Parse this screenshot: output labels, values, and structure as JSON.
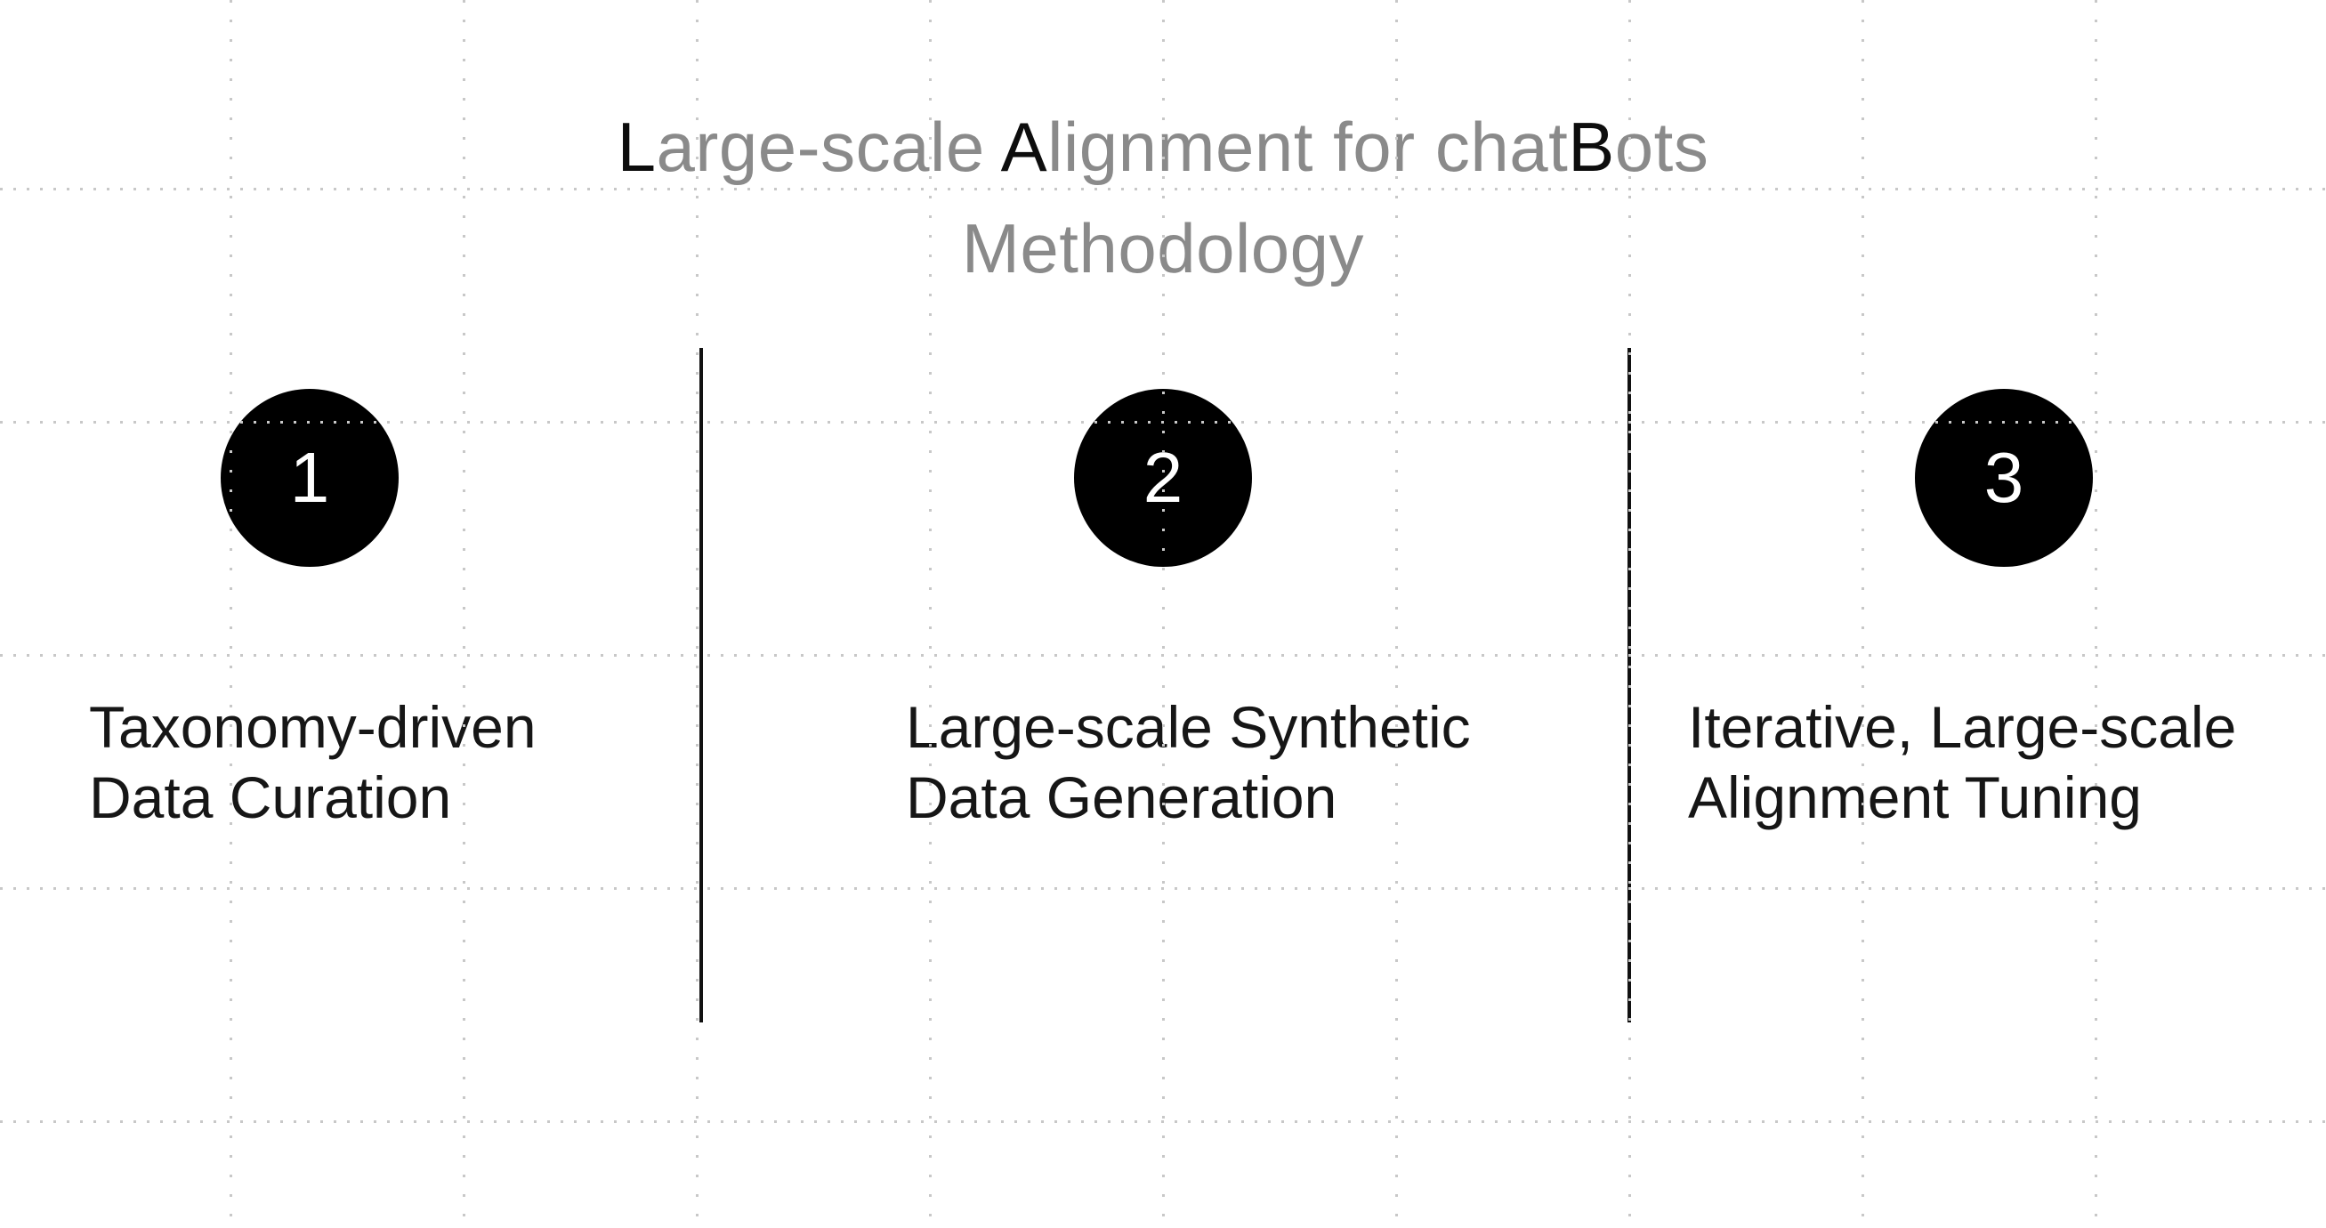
{
  "title": {
    "line1_segments": [
      {
        "text": "L",
        "emphasis": true
      },
      {
        "text": "arge-scale ",
        "emphasis": false
      },
      {
        "text": "A",
        "emphasis": true
      },
      {
        "text": "lignment for chat",
        "emphasis": false
      },
      {
        "text": "B",
        "emphasis": true
      },
      {
        "text": "ots",
        "emphasis": false
      }
    ],
    "line2": "Methodology"
  },
  "steps": [
    {
      "number": "1",
      "label_lines": [
        "Taxonomy-driven",
        "Data Curation"
      ]
    },
    {
      "number": "2",
      "label_lines": [
        "Large-scale Synthetic",
        "Data Generation"
      ]
    },
    {
      "number": "3",
      "label_lines": [
        "Iterative, Large-scale",
        "Alignment Tuning"
      ]
    }
  ],
  "colors": {
    "title_gray": "#8a8a8a",
    "emphasis_black": "#0d0d0d",
    "text_black": "#161616",
    "circle_black": "#000000",
    "number_white": "#ffffff",
    "divider_black": "#111111",
    "grid_dot": "#c8c8c8"
  }
}
